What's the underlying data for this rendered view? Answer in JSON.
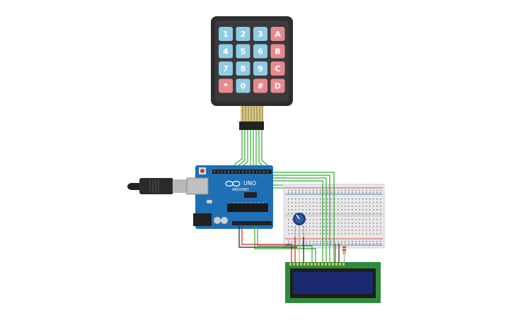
{
  "keypad": {
    "rows": [
      [
        "1",
        "2",
        "3",
        "A"
      ],
      [
        "4",
        "5",
        "6",
        "B"
      ],
      [
        "7",
        "8",
        "9",
        "C"
      ],
      [
        "*",
        "0",
        "#",
        "D"
      ]
    ],
    "colors": {
      "body": "#2e2e2e",
      "number_key": "#8fcbe5",
      "letter_key": "#e58a8f"
    }
  },
  "arduino": {
    "brand": "ARDUINO",
    "model": "UNO",
    "colors": {
      "board": "#1f6fb5",
      "connector": "#222222"
    }
  },
  "lcd": {
    "colors": {
      "pcb": "#2f8a3a",
      "screen": "#1b2a6e"
    }
  },
  "wire_colors": {
    "green": "#2fa82f",
    "red": "#cc2222",
    "black": "#222222",
    "yellow": "#d8b400"
  }
}
